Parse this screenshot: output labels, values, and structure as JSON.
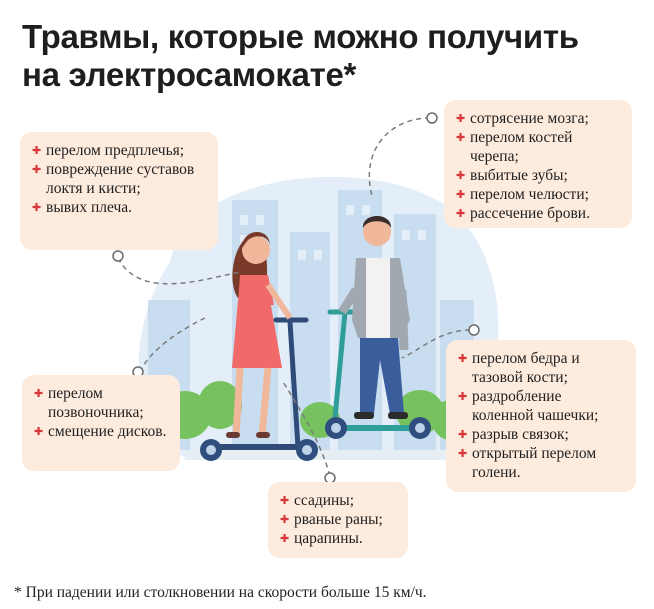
{
  "title": {
    "line1": "Травмы, которые можно получить",
    "line2": "на электросамокате*"
  },
  "boxes": {
    "forearm": {
      "items": [
        "перелом предплечья;",
        "повреждение суставов локтя и кисти;",
        "вывих плеча."
      ]
    },
    "head": {
      "items": [
        "сотрясение мозга;",
        "перелом костей черепа;",
        "выбитые зубы;",
        "перелом челюсти;",
        "рассечение брови."
      ]
    },
    "spine": {
      "items": [
        "перелом позвоночника;",
        "смещение дисков."
      ]
    },
    "legs": {
      "items": [
        "перелом бедра и тазовой кости;",
        "раздробление коленной чашечки;",
        "разрыв связок;",
        "открытый перелом голени."
      ]
    },
    "skin": {
      "items": [
        "ссадины;",
        "рваные раны;",
        "царапины."
      ]
    }
  },
  "footnote": "* При падении или столкновении на скорости больше 15 км/ч.",
  "colors": {
    "accent_red": "#d8363a",
    "box_bg": "#fdebde",
    "sky_blue": "#dbe9f6",
    "building_blue": "#c3daee",
    "tree_green": "#6cbf5a",
    "scooter_teal": "#2f9e98"
  },
  "icons": [
    "plus-bullet-icon",
    "woman-on-scooter-illustration",
    "man-on-scooter-illustration",
    "city-skyline-illustration"
  ]
}
